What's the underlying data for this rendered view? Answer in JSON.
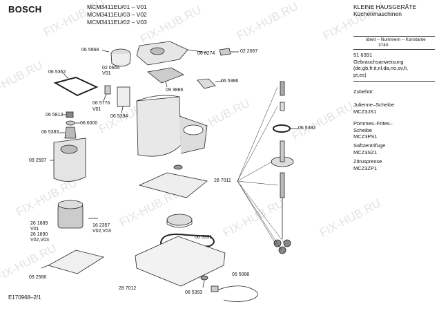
{
  "header": {
    "brand": "BOSCH",
    "models": [
      "MCM3411EU/01 – V01",
      "MCM3411EU/03 – V02",
      "MCM3411EU/02 – V03"
    ],
    "category_title": "KLEINE HAUSGERÄTE",
    "category_subtitle": "Küchenmaschinen"
  },
  "side_panel": {
    "ident_label": "Ident – Nummern – Konstante",
    "ident_code": "3740",
    "doc_number": "51 6391",
    "manual_title": "Gebrauchsanweisung",
    "manual_langs": "(de,gb,fr,it,nl,da,no,sv,fi,",
    "manual_langs2": "pt,es)",
    "accessories_title": "Zubehör:",
    "accessories": [
      {
        "name": "Julienne–Scheibe",
        "code": "MCZ3JS1"
      },
      {
        "name": "Pommes–Frites–",
        "name2": "Scheibe",
        "code": "MCZ3PS1"
      },
      {
        "name": "Saftzentrifuge",
        "code": "MCZ3SZ1"
      },
      {
        "name": "Zitruspresse",
        "code": "MCZ3ZP1"
      }
    ]
  },
  "part_labels": {
    "p065968": "06 5968",
    "p020665": "02 0665",
    "v01a": "V01",
    "p068274": "06 8274",
    "p022067": "02 2067",
    "p065362": "06 5362",
    "p093886": "09 3886",
    "p065386": "06 5386",
    "p065776": "06 5776",
    "v01b": "V01",
    "p065812": "06 5812",
    "p065394": "06 5394",
    "p066000": "06 6000",
    "p065383": "06 5383",
    "p065392": "06 5392",
    "p092597": "09 2597",
    "p287011": "28 7011",
    "p261689": "26 1689",
    "v01c": "V01",
    "p261690": "26 1690",
    "v02v03a": "V02,V03",
    "p162357": "16 2357",
    "v02v03b": "V02,V03",
    "p065391": "06 5391",
    "p092586": "09 2586",
    "p287012": "28 7012",
    "p055088": "05 5088",
    "p065393": "06 5393"
  },
  "footer": {
    "doc_id": "E170968–2/1"
  },
  "watermark": "FIX-HUB.RU"
}
